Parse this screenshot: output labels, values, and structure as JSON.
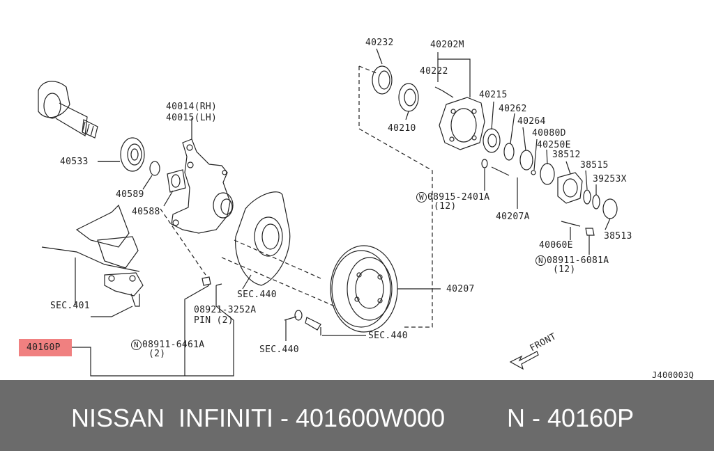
{
  "labels": {
    "p40232": "40232",
    "p40202m": "40202M",
    "p40222": "40222",
    "p40215": "40215",
    "p40262": "40262",
    "p40264": "40264",
    "p40080d": "40080D",
    "p40250e": "40250E",
    "p38512": "38512",
    "p38515": "38515",
    "p39253x": "39253X",
    "p38513": "38513",
    "p40210": "40210",
    "p40014": "40014(RH)",
    "p40015": "40015(LH)",
    "p40533": "40533",
    "p40589": "40589",
    "p40588": "40588",
    "w_prefix": "W",
    "w08915": "08915-2401A",
    "w08915_qty": "(12)",
    "p40207a": "40207A",
    "p40060e": "40060E",
    "n_prefix": "N",
    "n08911_6081": "08911-6081A",
    "n08911_6081_qty": "(12)",
    "sec440_a": "SEC.440",
    "p40207": "40207",
    "sec401": "SEC.401",
    "p08921": "08921-3252A",
    "pin2": "PIN (2)",
    "sec440_b": "SEC.440",
    "sec440_c": "SEC.440",
    "n08911_6461": "08911-6461A",
    "n08911_6461_qty": "(2)",
    "p40160p": "40160P",
    "front": "FRONT",
    "code": "J400003Q"
  },
  "footer": {
    "brand": "NISSAN  INFINITI - 401600W000",
    "code": "N - 40160P"
  },
  "colors": {
    "footer_bg": "#6b6b6b",
    "highlight": "#f08080"
  }
}
